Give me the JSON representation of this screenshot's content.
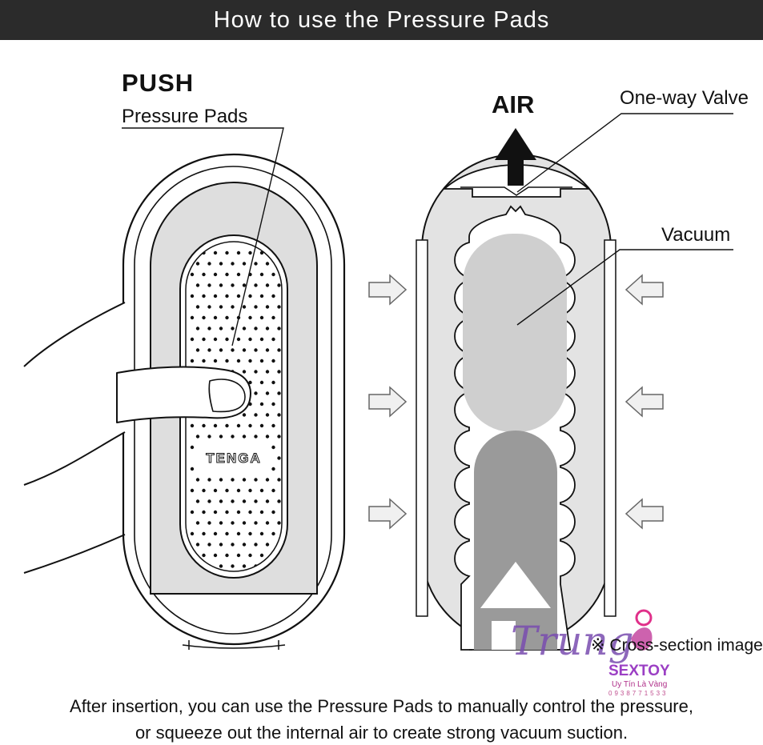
{
  "header": {
    "title": "How to use the Pressure Pads"
  },
  "labels": {
    "push": "PUSH",
    "pressure_pads": "Pressure Pads",
    "air": "AIR",
    "one_way_valve": "One-way Valve",
    "vacuum": "Vacuum",
    "cross_section": "※ Cross-section image"
  },
  "device": {
    "brand": "TENGA"
  },
  "caption": {
    "line1": "After insertion, you can use the Pressure Pads to manually control the pressure,",
    "line2": "or squeeze out the internal air to create strong vacuum suction."
  },
  "watermark": {
    "script": "Trung",
    "brand": "SEXTOY",
    "tagline": "Uy Tín Là Vàng",
    "phone": "0938771533"
  },
  "colors": {
    "header_bg": "#2b2b2b",
    "vacuum_fill": "#cfcfcf",
    "chamber_fill": "#e3e3e3",
    "dark_fill": "#9a9a9a",
    "arrow_fill": "#f0f0f0",
    "watermark": "#8a49c0"
  },
  "icons": {
    "air_arrow": "arrow-up-icon",
    "side_arrows": "arrow-right-icon, arrow-left-icon"
  }
}
